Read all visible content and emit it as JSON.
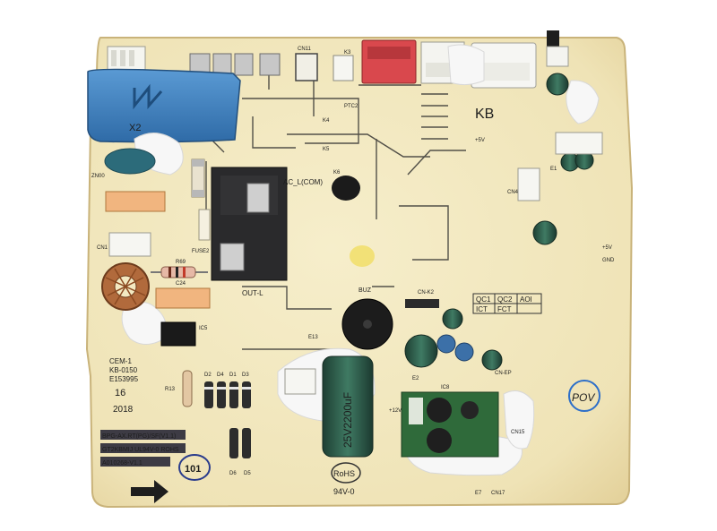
{
  "photo": {
    "board": {
      "model_lines": [
        "CEM-1",
        "KB-0150",
        "E153995"
      ],
      "date_code": [
        "16",
        "2018"
      ],
      "part_labels": [
        "BPG-AX.RT(PG)/SF(V1.1)",
        "GT2KBMIJ UL94V-0 ROHS",
        "A010268-V1.1"
      ],
      "rohs_mark": "RoHS",
      "flammability": "94V-0",
      "stamp": "101",
      "handwritten_mark": "POV",
      "corner_mark": "KB"
    },
    "silkscreen": {
      "connectors": [
        "CN1",
        "CN11",
        "CN4",
        "CN15",
        "CN17",
        "CN-K2",
        "CN-EP"
      ],
      "relay_labels": [
        "AC_L(COM)",
        "OUT-L",
        "K3",
        "K4",
        "K5",
        "K6"
      ],
      "fuse": "FUSE2",
      "buzzer": "BUZ",
      "status_table": [
        "QC1",
        "QC2",
        "AOI",
        "ICT",
        "FCT"
      ],
      "power": [
        "+5V",
        "GND",
        "+12V",
        "+5V"
      ],
      "parts": [
        "C24",
        "R69",
        "R13",
        "E1",
        "E2",
        "E7",
        "E13",
        "IC5",
        "IC8",
        "ZN00",
        "PTC2",
        "D1",
        "D2",
        "D3",
        "D4",
        "D5",
        "D6"
      ]
    },
    "components": {
      "capacitor_print": "25V2200uF",
      "filter_cap_print": "X2"
    },
    "colors": {
      "background": "#ffffff",
      "pcb": "#f3e9c2",
      "blue_cap": "#3f86c6",
      "relay": "#2a2a2c",
      "red_connector": "#d9484d",
      "orange_cap": "#f1b57f",
      "green_module": "#2f6a3a"
    }
  }
}
